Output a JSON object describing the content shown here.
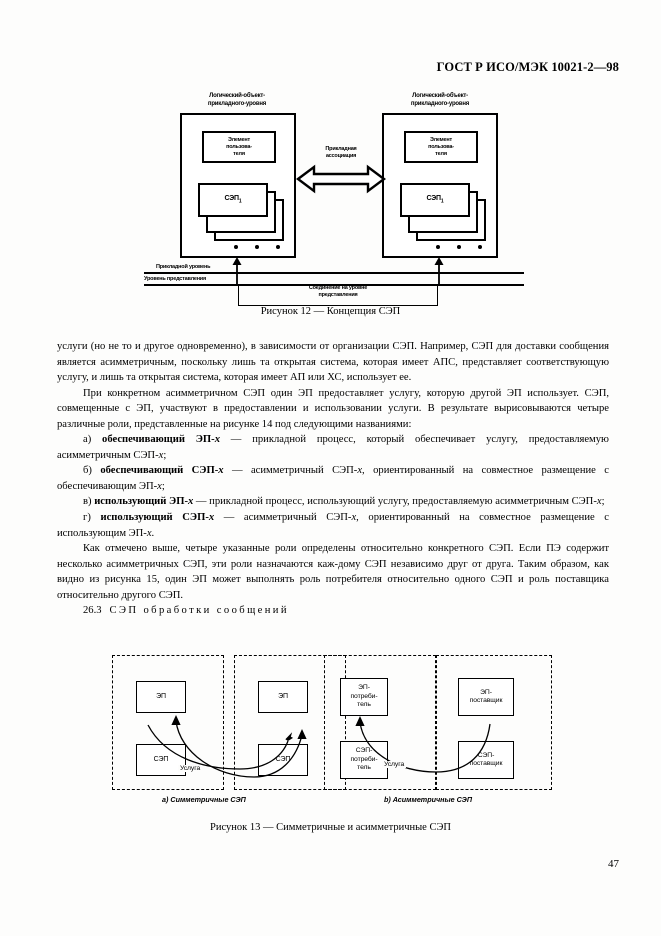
{
  "header": {
    "standard_id": "ГОСТ Р ИСО/МЭК 10021-2—98"
  },
  "figure12": {
    "caption": "Рисунок 12 — Концепция СЭП",
    "left_entity_label": "Логический-объект-\nприкладного-уровня",
    "right_entity_label": "Логический-объект-\nприкладного-уровня",
    "user_element_label": "Элемент\nпользова-\nтеля",
    "sep_label": "СЭП",
    "sep_subscript": "1",
    "association_label": "Прикладная\nассоциация",
    "application_layer_label": "Прикладной уровень",
    "presentation_layer_label": "Уровень представления",
    "presentation_connection_label": "Соединение на уровне\nпредставления"
  },
  "body": {
    "p1": "услуги (но не то и другое одновременно), в зависимости от организации СЭП. Например, СЭП для доставки сообщения является асимметричным, поскольку лишь та открытая система, которая имеет АПС, представляет соответствующую услугу, и лишь та открытая система, которая имеет АП или ХС, использует ее.",
    "p2": "При конкретном асимметричном СЭП один ЭП предоставляет услугу, которую другой ЭП использует. СЭП, совмещенные с ЭП, участвуют в предоставлении и использовании услуги. В результате вырисовываются четыре различные роли, представленные на рисунке 14 под следующими названиями:",
    "item_a_marker": "а) ",
    "item_a_bold": "обеспечивающий ЭП-",
    "item_a_bold_italic": "х",
    "item_a_rest": " — прикладной процесс, который обеспечивает услугу, предоставляемую асимметричным СЭП-",
    "item_a_tail_italic": "х",
    "item_a_tail": ";",
    "item_b_marker": "б) ",
    "item_b_bold": "обеспечивающий СЭП-",
    "item_b_bold_italic": "х",
    "item_b_rest": " — асимметричный СЭП-",
    "item_b_mid_italic": "х",
    "item_b_rest2": ", ориентированный на совместное размещение с обеспечивающим ЭП-",
    "item_b_tail_italic": "х",
    "item_b_tail": ";",
    "item_v_marker": "в) ",
    "item_v_bold": "использующий ЭП-",
    "item_v_bold_italic": "х",
    "item_v_rest": " — прикладной процесс, использующий услугу, предоставляемую асимметричным СЭП-",
    "item_v_tail_italic": "х",
    "item_v_tail": ";",
    "item_g_marker": "г) ",
    "item_g_bold": "использующий СЭП-",
    "item_g_bold_italic": "х",
    "item_g_rest": " — асимметричный СЭП-",
    "item_g_mid_italic": "х",
    "item_g_rest2": ", ориентированный на совместное размещение с использующим ЭП-",
    "item_g_tail_italic": "х",
    "item_g_tail": ".",
    "p3": "Как отмечено выше, четыре указанные роли определены относительно  конкретного СЭП. Если ПЭ содержит несколько асимметричных СЭП, эти роли  назначаются  каж-дому СЭП независимо друг от друга. Таким образом, как видно из рисунка 15, один ЭП может выполнять роль потребителя относительно одного СЭП и роль поставщика относительно другого СЭП.",
    "section_number": "26.3",
    "section_title": "СЭП обработки сообщений"
  },
  "figure13": {
    "caption": "Рисунок 13 — Симметричные и асимметричные СЭП",
    "sub_caption_a": "а) Симметричные СЭП",
    "sub_caption_b": "b) Асимметричные СЭП",
    "box_ep_left": "ЭП",
    "box_ep_right": "ЭП",
    "box_sep_left": "СЭП",
    "box_sep_right": "СЭП",
    "service_label_left": "Услуга",
    "box_ep_consumer": "ЭП-\nпотреби-\nтель",
    "box_sep_consumer": "СЭП-\nпотреби-\nтель",
    "box_ep_provider": "ЭП-\nпоставщик",
    "box_sep_provider": "СЭП-\nпоставщик",
    "service_label_right": "Услуга"
  },
  "footer": {
    "page_number": "47"
  }
}
